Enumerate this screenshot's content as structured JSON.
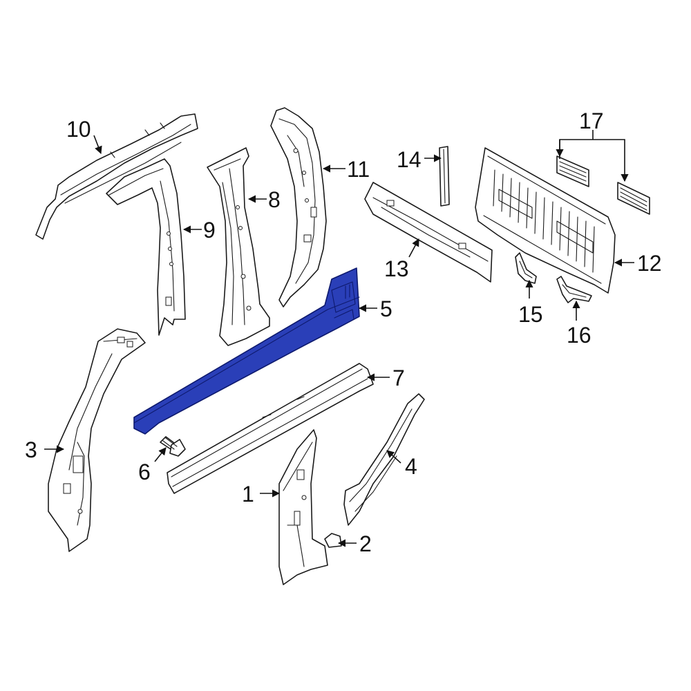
{
  "colors": {
    "background": "#ffffff",
    "outline": "#1a1a1a",
    "highlight_fill": "#2a3fb8",
    "highlight_stroke": "#0e1a6e"
  },
  "highlighted_part": "5",
  "callouts": {
    "c1": "1",
    "c2": "2",
    "c3": "3",
    "c4": "4",
    "c5": "5",
    "c6": "6",
    "c7": "7",
    "c8": "8",
    "c9": "9",
    "c10": "10",
    "c11": "11",
    "c12": "12",
    "c13": "13",
    "c14": "14",
    "c15": "15",
    "c16": "16",
    "c17": "17"
  }
}
